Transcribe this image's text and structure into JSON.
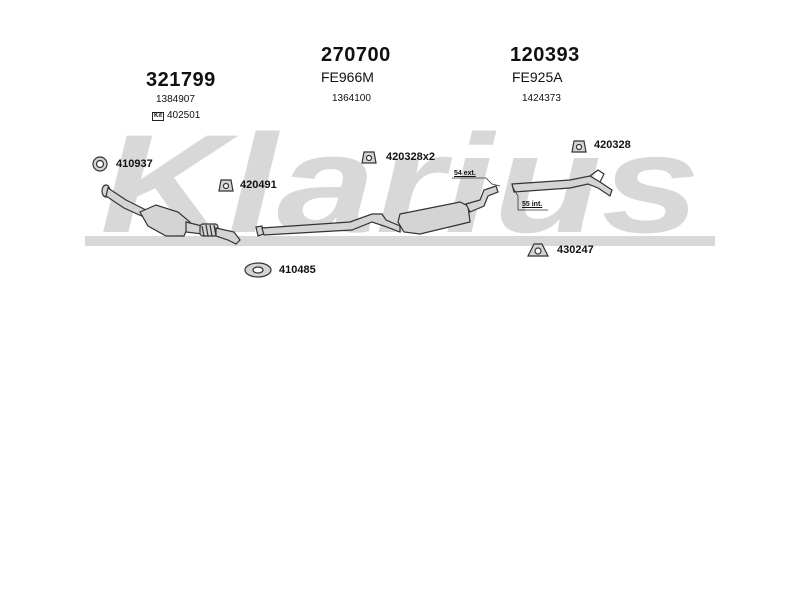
{
  "watermark": "Klarius",
  "colors": {
    "watermark": "#d8d8d8",
    "part_fill": "#d4d4d4",
    "part_stroke": "#333333"
  },
  "sections": {
    "front": {
      "number": "321799",
      "ref": "1384907",
      "kit_label": "Kit",
      "kit_code": "402501"
    },
    "middle": {
      "number": "270700",
      "code": "FE966M",
      "ref": "1364100"
    },
    "rear": {
      "number": "120393",
      "code": "FE925A",
      "ref": "1424373"
    }
  },
  "parts": {
    "ring_410937": "410937",
    "hanger_420491": "420491",
    "gasket_410485": "410485",
    "hanger_420328x2": "420328x2",
    "hanger_420328": "420328",
    "clamp_430247": "430247"
  },
  "dimensions": {
    "ext": "54 ext.",
    "int": "55 int."
  }
}
